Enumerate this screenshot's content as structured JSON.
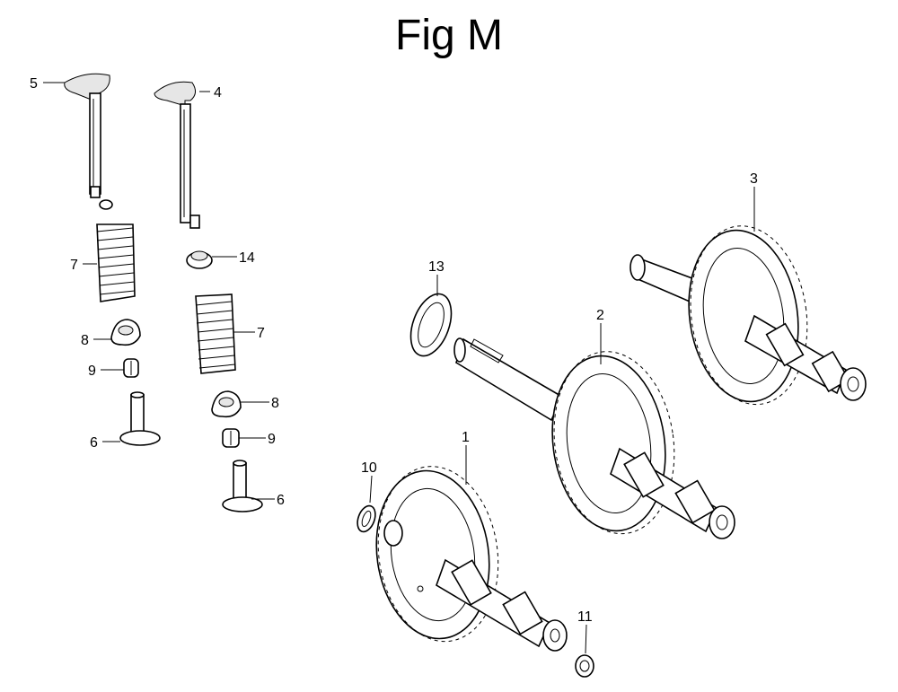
{
  "figure": {
    "title": "Fig M",
    "callouts": [
      "5",
      "4",
      "7",
      "14",
      "8",
      "9",
      "6",
      "7",
      "8",
      "9",
      "6",
      "13",
      "2",
      "3",
      "1",
      "10",
      "11"
    ]
  }
}
